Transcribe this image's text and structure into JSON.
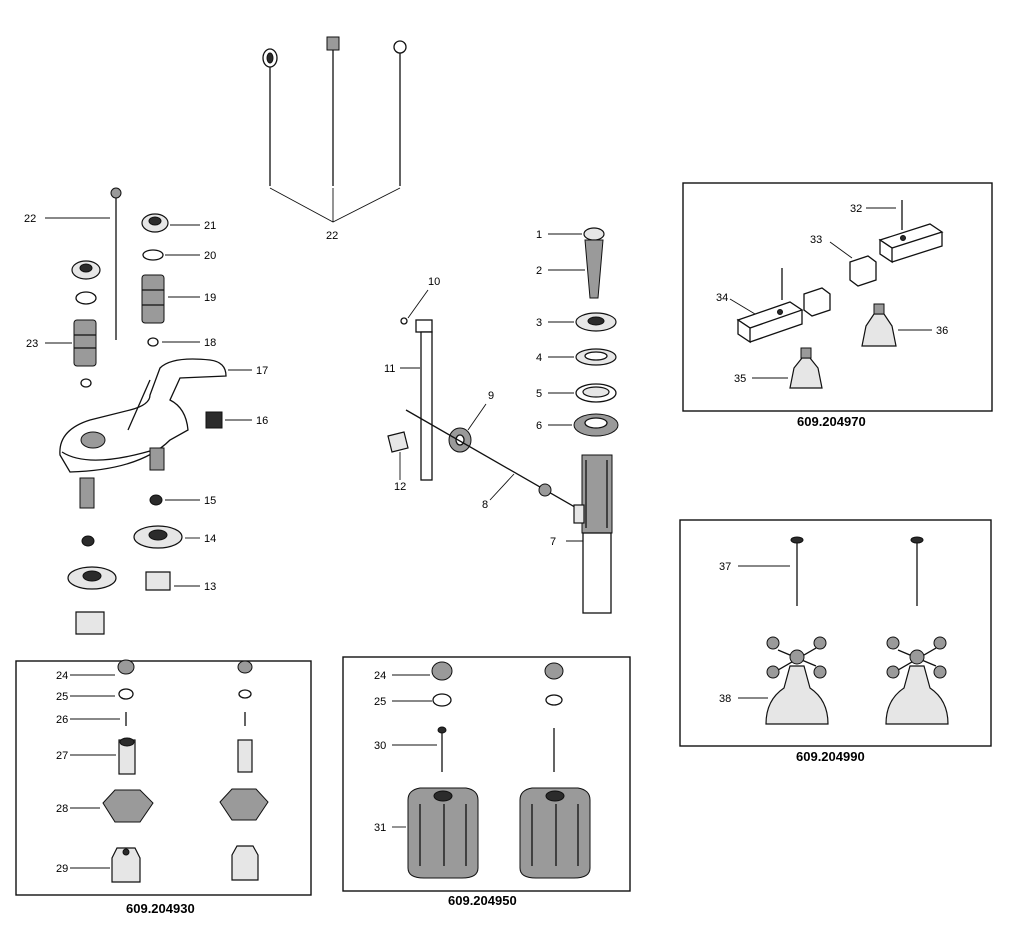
{
  "labels": {
    "l1": "1",
    "l2": "2",
    "l3": "3",
    "l4": "4",
    "l5": "5",
    "l6": "6",
    "l7": "7",
    "l8": "8",
    "l9": "9",
    "l10": "10",
    "l11": "11",
    "l12": "12",
    "l13": "13",
    "l14": "14",
    "l15": "15",
    "l16": "16",
    "l17": "17",
    "l18": "18",
    "l19": "19",
    "l20": "20",
    "l21": "21",
    "l22a": "22",
    "l22b": "22",
    "l23": "23",
    "l24a": "24",
    "l24b": "24",
    "l25a": "25",
    "l25b": "25",
    "l26": "26",
    "l27": "27",
    "l28": "28",
    "l29": "29",
    "l30": "30",
    "l31": "31",
    "l32": "32",
    "l33": "33",
    "l34": "34",
    "l35": "35",
    "l36": "36",
    "l37": "37",
    "l38": "38"
  },
  "models": {
    "m1": "609.204930",
    "m2": "609.204950",
    "m3": "609.204970",
    "m4": "609.204990"
  }
}
